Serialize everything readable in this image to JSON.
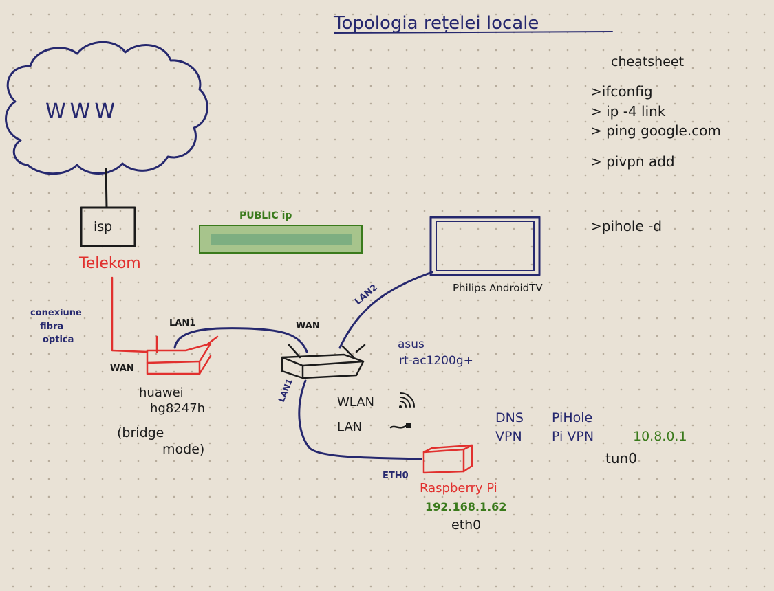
{
  "title": "Topologia rețelei locale",
  "internet": {
    "label": "WWW"
  },
  "isp": {
    "box_label": "isp",
    "name": "Telekom",
    "link_label": [
      "conexiune",
      "fibra",
      "optica"
    ]
  },
  "public_ip": {
    "label": "PUBLIC ip"
  },
  "huawei": {
    "name": "huawei",
    "model": "hg8247h",
    "mode": [
      "(bridge",
      "mode)"
    ],
    "wan_port": "WAN",
    "lan_port": "LAN1"
  },
  "asus": {
    "name": "asus",
    "model": "rt-ac1200g+",
    "wan_port": "WAN",
    "lan2_port": "LAN2",
    "lan1_port": "LAN1"
  },
  "tv": {
    "name": "Philips AndroidTV"
  },
  "legend": {
    "wlan": "WLAN",
    "lan": "LAN"
  },
  "pi": {
    "name": "Raspberry Pi",
    "ip": "192.168.1.62",
    "iface": "eth0",
    "port": "ETH0"
  },
  "services": {
    "dns_label": "DNS",
    "dns_value": "PiHole",
    "vpn_label": "VPN",
    "vpn_value": "Pi VPN",
    "vpn_ip": "10.8.0.1",
    "vpn_iface": "tun0"
  },
  "cheatsheet": {
    "title": "cheatsheet",
    "commands": [
      ">ifconfig",
      "> ip -4 link",
      "> ping google.com",
      "> pivpn add",
      ">pihole -d"
    ]
  },
  "colors": {
    "blue": "#26286e",
    "red": "#e1302e",
    "green": "#3a7a1c",
    "black": "#1b1b1b",
    "paper": "#e9e2d6"
  }
}
